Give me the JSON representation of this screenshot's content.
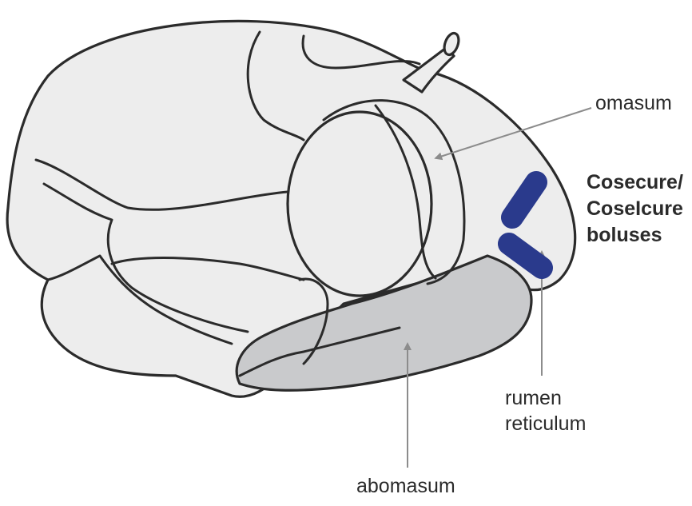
{
  "labels": {
    "omasum": "omasum",
    "bolus_line1": "Cosecure/",
    "bolus_line2": "CoseIcure",
    "bolus_line3": "boluses",
    "rumen_line1": "rumen",
    "rumen_line2": "reticulum",
    "abomasum": "abomasum"
  },
  "colors": {
    "organ_fill": "#ededed",
    "abomasum_fill": "#c9cacc",
    "outline": "#2b2b2b",
    "bolus": "#2a3a8c",
    "pointer": "#8c8c8c"
  }
}
